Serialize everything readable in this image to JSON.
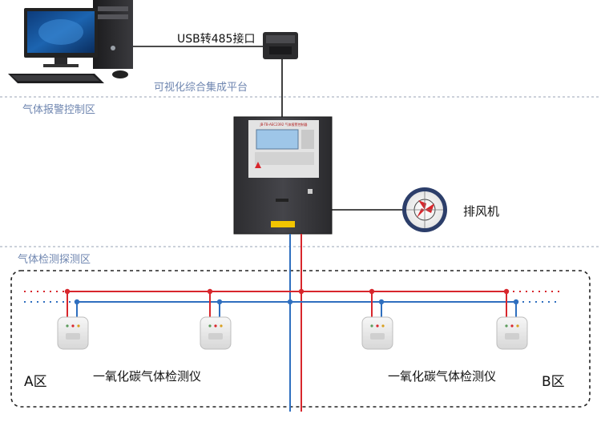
{
  "top": {
    "usb_label": "USB转485接口",
    "platform_label": "可视化综合集成平台"
  },
  "zones": {
    "alarm_control": "气体报警控制区",
    "detection": "气体检测探测区"
  },
  "controller": {
    "panel_title": "JB-TB-AEC2392 气体报警控制器"
  },
  "fan": {
    "label": "排风机"
  },
  "areas": {
    "a": "A区",
    "b": "B区"
  },
  "detectors": {
    "label_left": "一氧化碳气体检测仪",
    "label_right": "一氧化碳气体检测仪"
  },
  "colors": {
    "red_line": "#d8262c",
    "blue_line": "#2f6fbf",
    "zone_text": "#6f86b0",
    "cabinet": "#3a3a3c"
  }
}
